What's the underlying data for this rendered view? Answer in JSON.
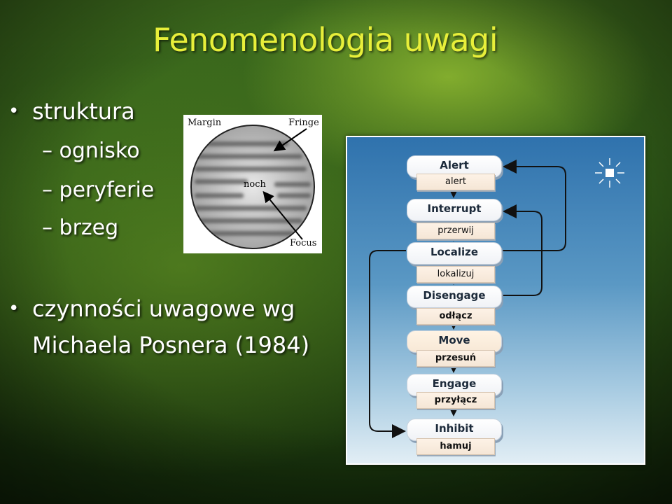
{
  "slide": {
    "title": "Fenomenologia uwagi",
    "bullets": [
      {
        "text": "struktura",
        "subitems": [
          "– ognisko",
          "– peryferie",
          "– brzeg"
        ]
      },
      {
        "line1": "czynności uwagowe wg",
        "line2": "Michaela Posnera (1984)"
      }
    ]
  },
  "figure": {
    "labels": {
      "margin": "Margin",
      "fringe": "Fringe",
      "focus": "Focus"
    },
    "focus_word": "noch"
  },
  "posner_model": {
    "stages": [
      {
        "en": "Alert",
        "pl": "alert"
      },
      {
        "en": "Interrupt",
        "pl": "przerwij"
      },
      {
        "en": "Localize",
        "pl": "lokalizuj"
      },
      {
        "en": "Disengage",
        "pl": "odłącz"
      },
      {
        "en": "Move",
        "pl": "przesuń"
      },
      {
        "en": "Engage",
        "pl": "przyłącz"
      },
      {
        "en": "Inhibit",
        "pl": "hamuj"
      }
    ],
    "icon": "light-burst-icon"
  },
  "colors": {
    "title": "#e8ef3a",
    "text": "#ffffff",
    "background": "#2f5a18",
    "panel_top": "#2f72ad",
    "panel_bottom": "#e2eef5",
    "arrow": "#111111"
  }
}
